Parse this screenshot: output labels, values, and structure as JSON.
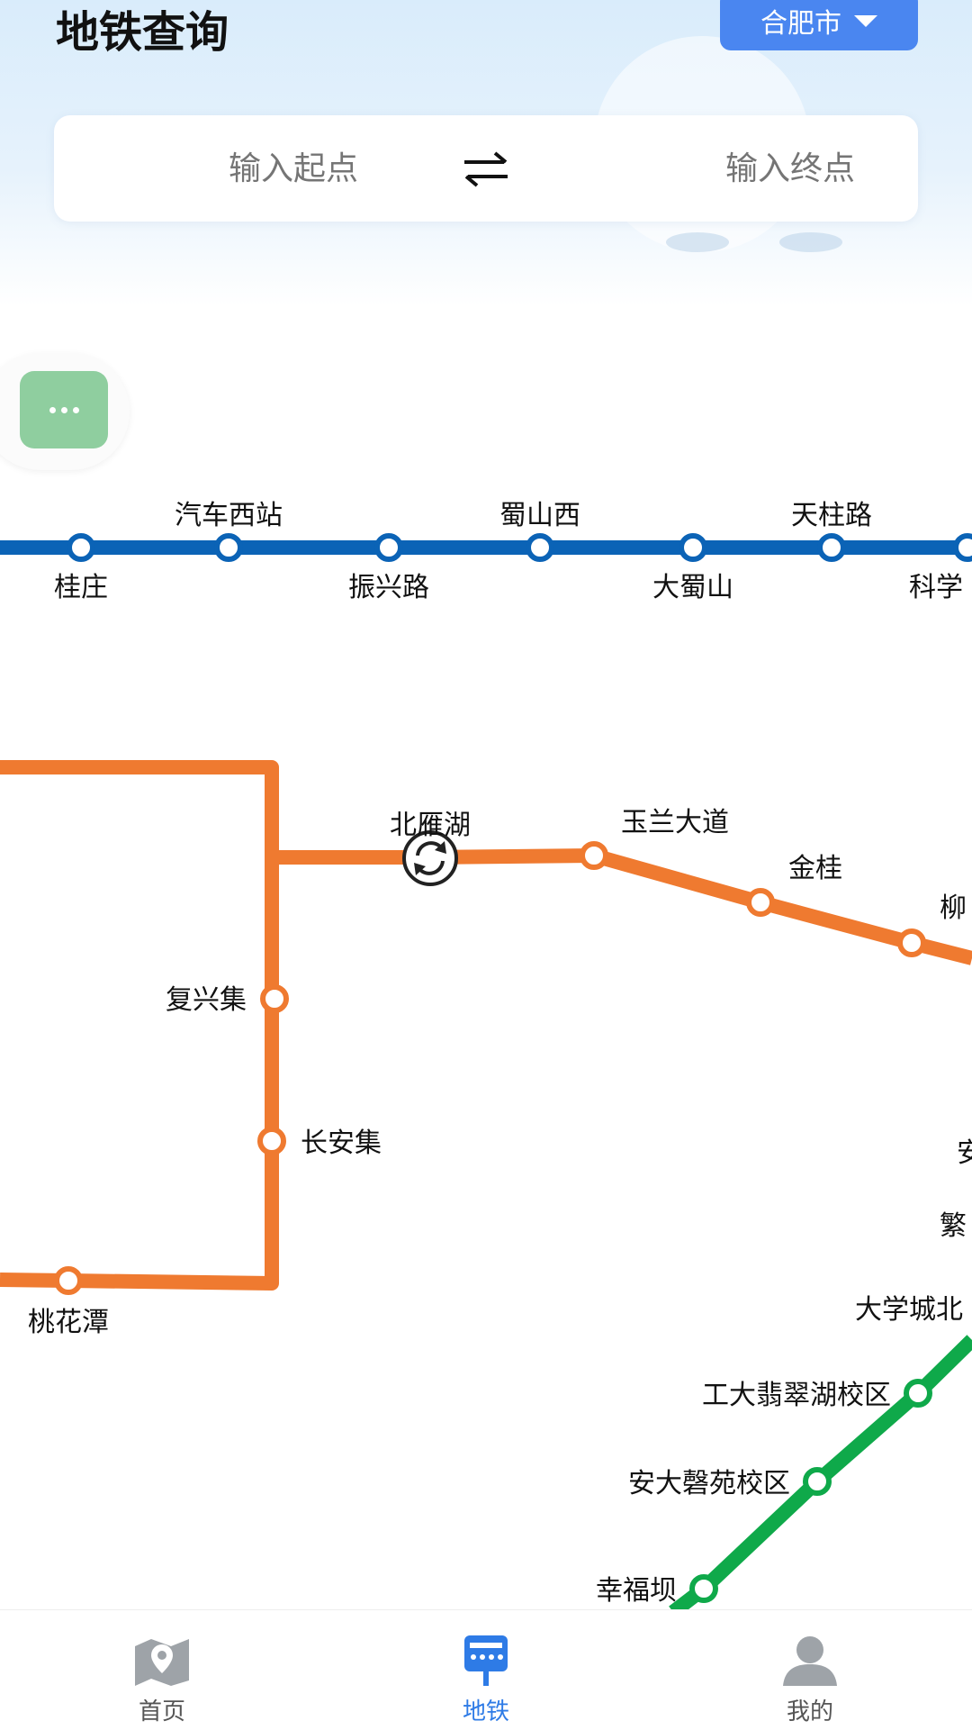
{
  "header": {
    "title": "地铁查询",
    "city": "合肥市"
  },
  "search": {
    "start_placeholder": "输入起点",
    "end_placeholder": "输入终点"
  },
  "colors": {
    "line_blue": "#0b63b6",
    "line_orange": "#ef7a30",
    "line_green": "#0fa94a",
    "accent": "#4a86f0",
    "tab_active": "#2e7be6"
  },
  "map": {
    "blue_stations": [
      "汽车西站",
      "蜀山西",
      "天柱路",
      "桂庄",
      "振兴路",
      "大蜀山",
      "科学"
    ],
    "orange_stations": [
      "北雁湖",
      "玉兰大道",
      "金桂",
      "柳",
      "复兴集",
      "长安集",
      "桃花潭"
    ],
    "green_stations": [
      "大学城北",
      "工大翡翠湖校区",
      "安大磬苑校区",
      "幸福坝"
    ],
    "partial_labels": [
      "安",
      "繁"
    ]
  },
  "tabbar": {
    "items": [
      {
        "label": "首页",
        "icon": "map-icon"
      },
      {
        "label": "地铁",
        "icon": "subway-icon",
        "active": true
      },
      {
        "label": "我的",
        "icon": "user-icon"
      }
    ]
  }
}
